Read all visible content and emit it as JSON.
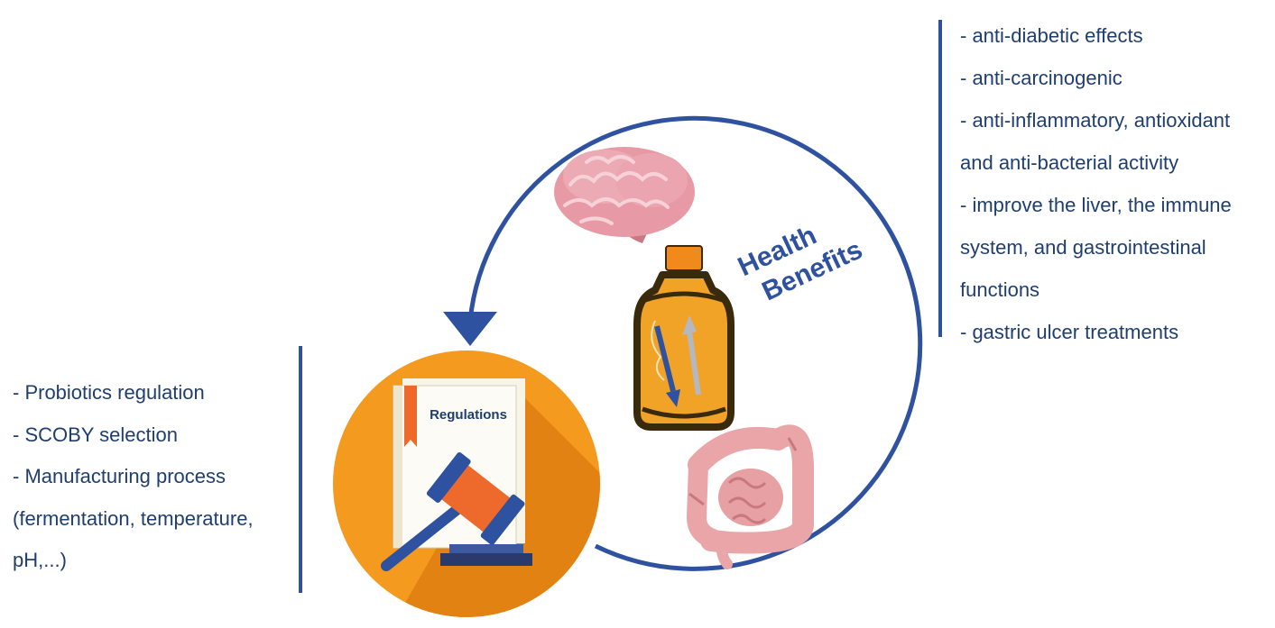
{
  "health_benefits_title": [
    "Health",
    "Benefits"
  ],
  "health_benefits": [
    "- anti-diabetic effects",
    "- anti-carcinogenic",
    "- anti-inflammatory, antioxidant",
    "and anti-bacterial activity",
    "- improve the liver, the immune",
    "system, and gastrointestinal",
    "functions",
    "- gastric ulcer treatments"
  ],
  "regulations_label": "Regulations",
  "regulation_items": [
    "- Probiotics regulation",
    "- SCOBY selection",
    "- Manufacturing process",
    "(fermentation, temperature,",
    "pH,...)"
  ],
  "colors": {
    "text": "#1f3e70",
    "accent_blue": "#2f52a0",
    "orange": "#f39a1f",
    "orange_dark": "#e07f12",
    "bottle_glass": "#f0a326",
    "bottle_outline": "#3a2a0c",
    "brain_pink": "#e79aa6",
    "intestine_pink": "#e9a5a8"
  },
  "icons": [
    "brain-icon",
    "kombucha-bottle-icon",
    "intestine-icon",
    "regulations-book-icon",
    "gavel-icon"
  ]
}
